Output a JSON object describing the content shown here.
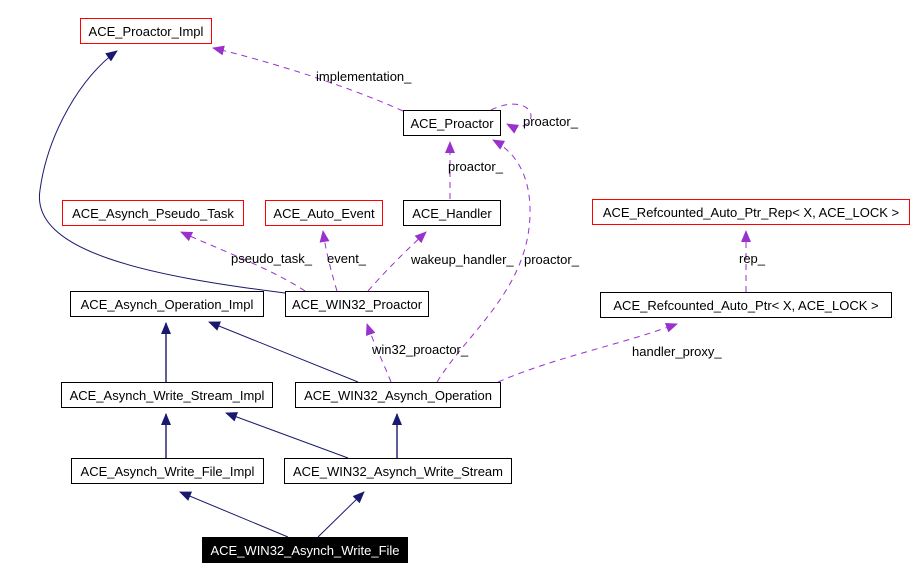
{
  "diagram": {
    "type": "uml-collaboration-diagram",
    "colors": {
      "background": "#ffffff",
      "inheritance_edge": "#191970",
      "usage_edge": "#9932cc",
      "highlight_node_border": "#ff0000",
      "node_border": "#000000",
      "focus_node_background": "#000000",
      "focus_node_text": "#ffffff"
    },
    "nodes": [
      {
        "id": "proactor-impl",
        "label": "ACE_Proactor_Impl",
        "style": "red"
      },
      {
        "id": "proactor",
        "label": "ACE_Proactor",
        "style": "normal"
      },
      {
        "id": "asynch-pseudo-task",
        "label": "ACE_Asynch_Pseudo_Task",
        "style": "red"
      },
      {
        "id": "auto-event",
        "label": "ACE_Auto_Event",
        "style": "red"
      },
      {
        "id": "handler",
        "label": "ACE_Handler",
        "style": "normal"
      },
      {
        "id": "refcounted-auto-ptr-rep",
        "label": "ACE_Refcounted_Auto_Ptr_Rep< X, ACE_LOCK >",
        "style": "red"
      },
      {
        "id": "asynch-operation-impl",
        "label": "ACE_Asynch_Operation_Impl",
        "style": "normal"
      },
      {
        "id": "win32-proactor",
        "label": "ACE_WIN32_Proactor",
        "style": "normal"
      },
      {
        "id": "refcounted-auto-ptr",
        "label": "ACE_Refcounted_Auto_Ptr< X, ACE_LOCK >",
        "style": "normal"
      },
      {
        "id": "asynch-write-stream-impl",
        "label": "ACE_Asynch_Write_Stream_Impl",
        "style": "normal"
      },
      {
        "id": "win32-asynch-operation",
        "label": "ACE_WIN32_Asynch_Operation",
        "style": "normal"
      },
      {
        "id": "asynch-write-file-impl",
        "label": "ACE_Asynch_Write_File_Impl",
        "style": "normal"
      },
      {
        "id": "win32-asynch-write-stream",
        "label": "ACE_WIN32_Asynch_Write_Stream",
        "style": "normal"
      },
      {
        "id": "win32-asynch-write-file",
        "label": "ACE_WIN32_Asynch_Write_File",
        "style": "focus"
      }
    ],
    "edge_labels": [
      {
        "id": "implementation",
        "text": "implementation_"
      },
      {
        "id": "proactor-self",
        "text": "proactor_"
      },
      {
        "id": "proactor-handler",
        "text": "proactor_"
      },
      {
        "id": "pseudo-task",
        "text": "pseudo_task_"
      },
      {
        "id": "event",
        "text": "event_"
      },
      {
        "id": "wakeup-handler",
        "text": "wakeup_handler_"
      },
      {
        "id": "proactor-op",
        "text": "proactor_"
      },
      {
        "id": "rep",
        "text": "rep_"
      },
      {
        "id": "win32-proactor",
        "text": "win32_proactor_"
      },
      {
        "id": "handler-proxy",
        "text": "handler_proxy_"
      }
    ]
  }
}
